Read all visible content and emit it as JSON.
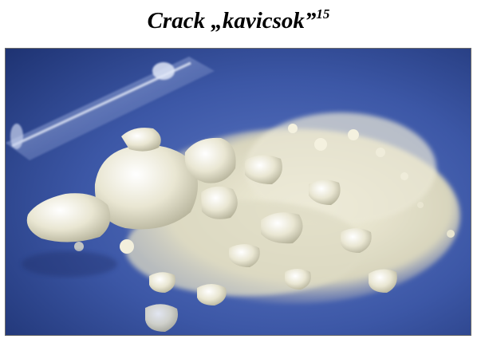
{
  "caption": {
    "text": "Crack „kavicsok”",
    "footnote_ref": "15"
  },
  "photo": {
    "subject": "crack-pebbles-photo",
    "background_color": "#3f5aa8",
    "powder_color": "#e9e6d2"
  }
}
